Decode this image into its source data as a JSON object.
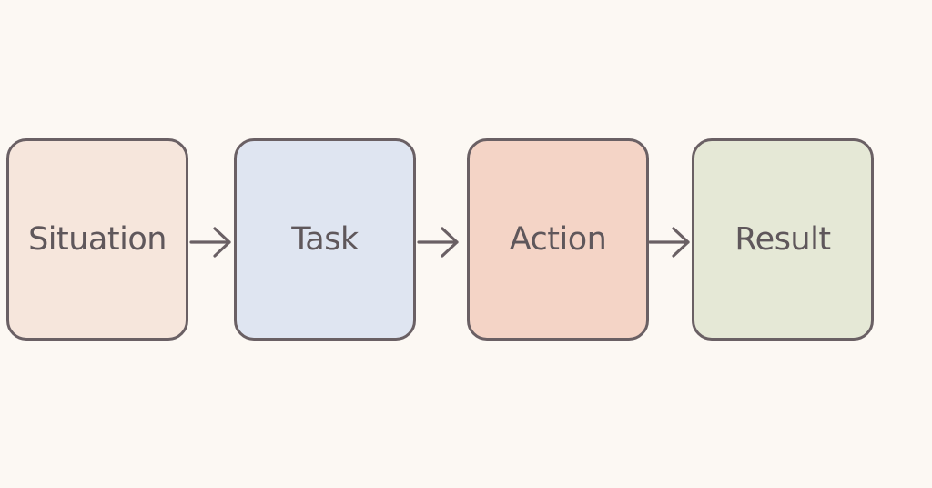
{
  "diagram": {
    "steps": [
      {
        "id": "situation",
        "label": "Situation",
        "color": "#f6e6dc"
      },
      {
        "id": "task",
        "label": "Task",
        "color": "#dfe5f1"
      },
      {
        "id": "action",
        "label": "Action",
        "color": "#f4d4c6"
      },
      {
        "id": "result",
        "label": "Result",
        "color": "#e5e8d6"
      }
    ],
    "connector_color": "#6a6064",
    "arrows": [
      {
        "from": "situation",
        "to": "task"
      },
      {
        "from": "task",
        "to": "action"
      },
      {
        "from": "action",
        "to": "result"
      }
    ]
  }
}
